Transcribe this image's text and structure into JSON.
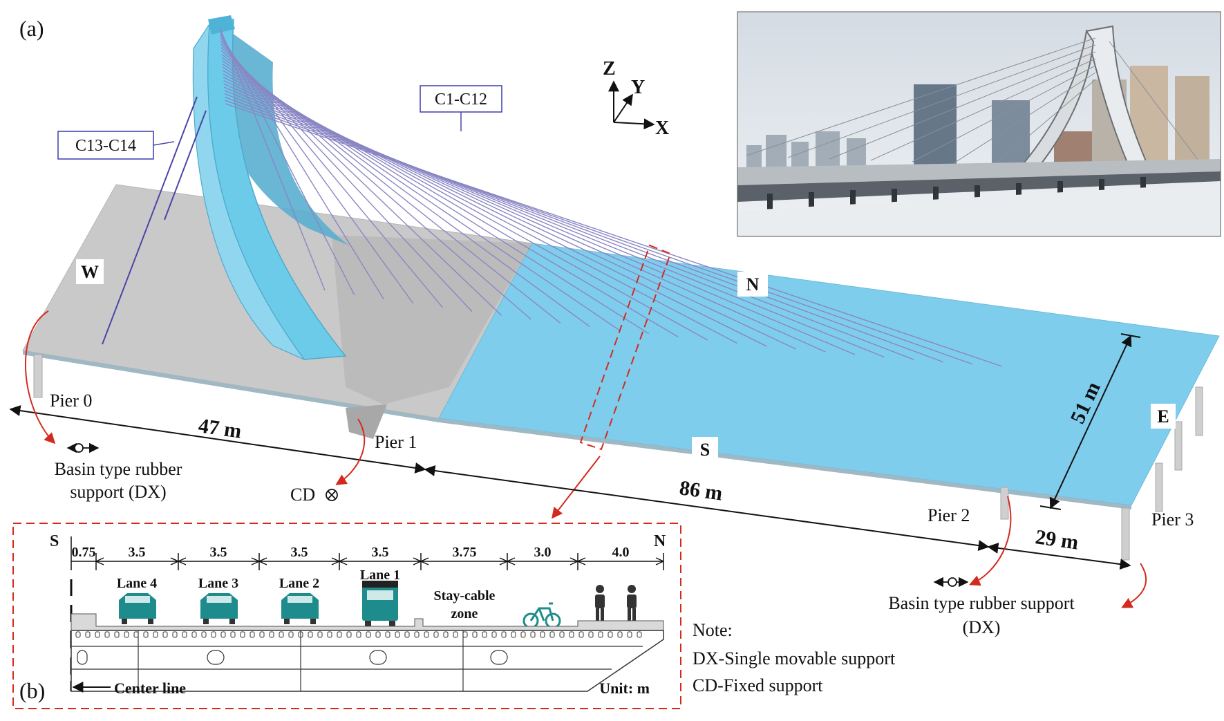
{
  "panel_a_label": "(a)",
  "panel_b_label": "(b)",
  "cable_group_1": "C1-C12",
  "cable_group_2": "C13-C14",
  "axes": {
    "z": "Z",
    "y": "Y",
    "x": "X"
  },
  "directions": {
    "west": "W",
    "east": "E",
    "north": "N",
    "south": "S"
  },
  "piers": [
    "Pier 0",
    "Pier 1",
    "Pier 2",
    "Pier 3"
  ],
  "spans": [
    "47 m",
    "86 m",
    "29 m"
  ],
  "width": "51 m",
  "support_dx_left": [
    "Basin type rubber",
    "support (DX)"
  ],
  "support_dx_right": [
    "Basin type rubber support",
    "(DX)"
  ],
  "support_cd": "CD",
  "cross_section": {
    "left_edge": "S",
    "right_edge": "N",
    "widths": [
      "0.75",
      "3.5",
      "3.5",
      "3.5",
      "3.5",
      "3.75",
      "3.0",
      "4.0"
    ],
    "lanes": [
      "Lane 4",
      "Lane 3",
      "Lane 2",
      "Lane 1"
    ],
    "stay_cable_zone": [
      "Stay-cable",
      "zone"
    ],
    "center_line": "Center line",
    "unit": "Unit: m"
  },
  "note": {
    "title": "Note:",
    "lines": [
      "DX-Single movable support",
      "CD-Fixed support"
    ]
  },
  "colors": {
    "deck_blue": "#7fcdec",
    "deck_gray": "#c8c8c8",
    "arch_blue": "#6ccbe9",
    "cable": "#8a86c4",
    "red": "#d42a1e",
    "vehicle": "#1e8c8c"
  }
}
